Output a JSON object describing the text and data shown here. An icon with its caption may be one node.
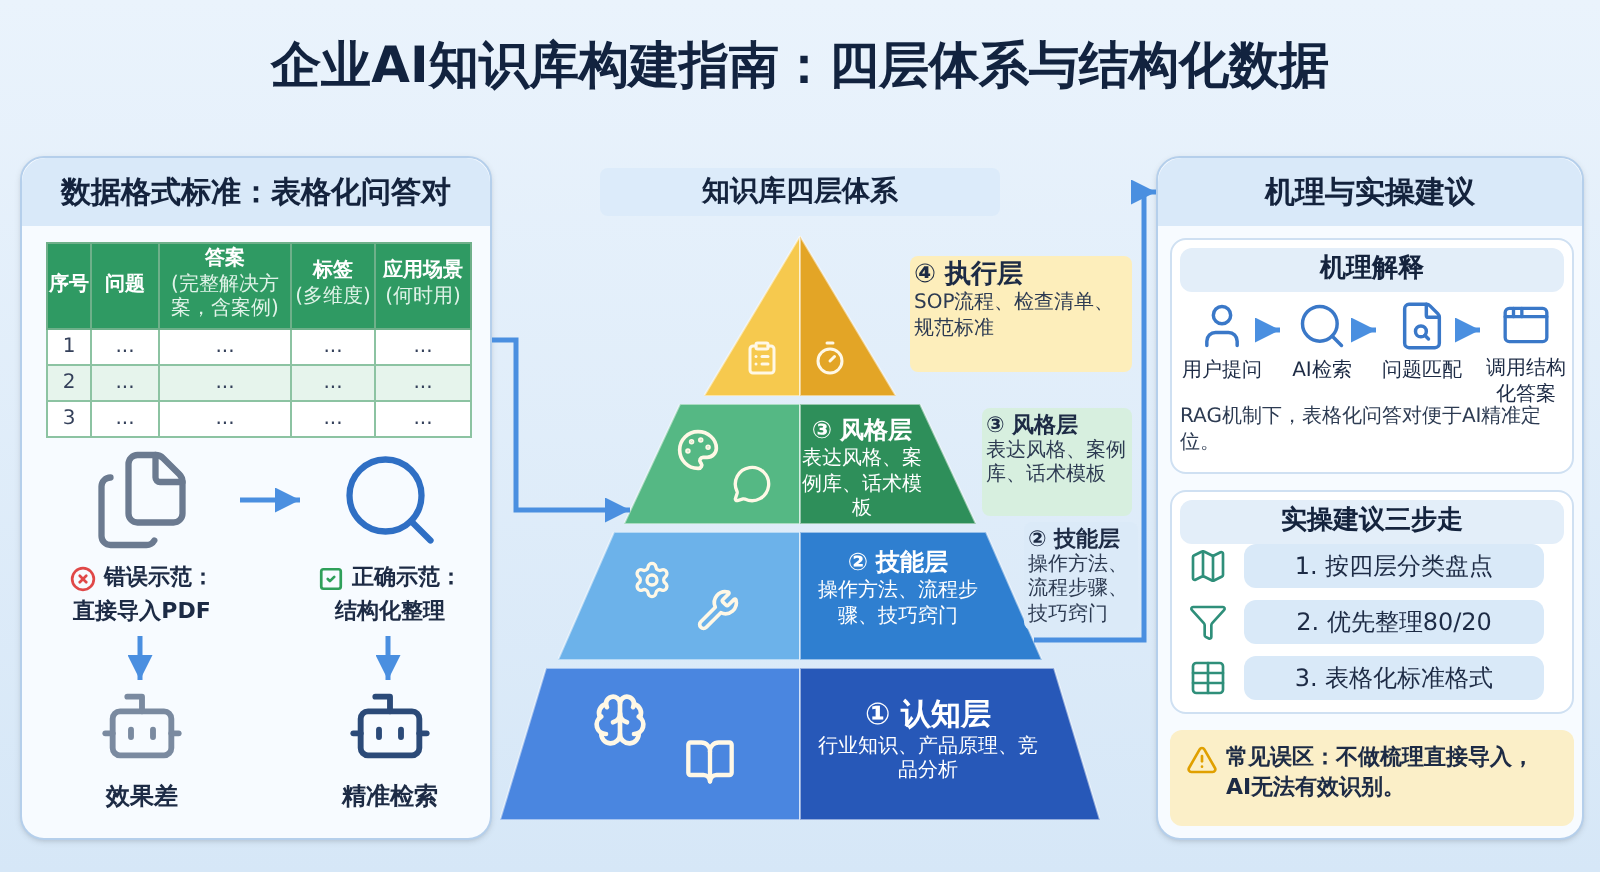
{
  "diagram": {
    "nodes": [
      {
        "text": [
          "数据格式标准：表格化问答对"
        ]
      },
      {
        "text": [
          "错误示范：",
          "直接导入PDF"
        ],
        "in": 0
      },
      {
        "text": [
          "正确示范：",
          "结构化整理"
        ],
        "in": 0
      },
      {
        "text": [
          "效果差"
        ],
        "in": 0
      },
      {
        "text": [
          "精准检索"
        ],
        "in": 0
      },
      {
        "text": [
          "④ 执行层",
          "SOP流程、检查清单、规范标准"
        ]
      },
      {
        "text": [
          "③ 风格层",
          "表达风格、案例库、话术模板"
        ],
        "beside": [
          "③ 风格层",
          "表达风格、案例库、话术模板"
        ]
      },
      {
        "text": [
          "② 技能层",
          "操作方法、流程步骤、技巧窍门"
        ],
        "beside": [
          "② 技能层",
          "操作方法、流程步骤、技巧窍门"
        ]
      },
      {
        "text": [
          "① 认知层",
          "行业知识、产品原理、竞品分析"
        ]
      },
      {
        "text": [
          "机理与实操建议"
        ]
      },
      {
        "text": [
          "机理解释",
          "RAG机制下，表格化问答对便于AI精准定位。"
        ],
        "in": 9
      },
      {
        "text": [
          "用户提问"
        ],
        "in": 10
      },
      {
        "text": [
          "AI检索"
        ],
        "in": 10
      },
      {
        "text": [
          "问题匹配"
        ],
        "in": 10
      },
      {
        "text": [
          "调用结构化答案"
        ],
        "in": 10
      },
      {
        "text": [
          "实操建议三步走"
        ],
        "in": 9
      },
      {
        "text": [
          "1. 按四层分类盘点"
        ],
        "in": 15
      },
      {
        "text": [
          "2. 优先整理80/20"
        ],
        "in": 15
      },
      {
        "text": [
          "3. 表格化标准格式"
        ],
        "in": 15
      },
      {
        "text": [
          "常见误区：不做梳理直接导入，AI无法有效识别。"
        ],
        "in": 9
      }
    ],
    "edges": [
      {
        "from": 1,
        "to": 2,
        "arrow": "to"
      },
      {
        "from": 1,
        "to": 3,
        "arrow": "to"
      },
      {
        "from": 2,
        "to": 4,
        "arrow": "to"
      },
      {
        "from": 0,
        "to": 6,
        "arrow": "to"
      },
      {
        "from": 7,
        "to": 9,
        "arrow": "to"
      },
      {
        "from": 11,
        "to": 12,
        "arrow": "to"
      },
      {
        "from": 12,
        "to": 13,
        "arrow": "to"
      },
      {
        "from": 13,
        "to": 14,
        "arrow": "to"
      }
    ],
    "labels": [
      "企业AI知识库构建指南：四层体系与结构化数据",
      "知识库四层体系",
      "序号",
      "问题",
      "答案",
      "(完整解决方案，含案例)",
      "标签",
      "(多维度)",
      "应用场景",
      "(何时用)",
      "1",
      "...",
      "...",
      "...",
      "...",
      "2",
      "...",
      "...",
      "...",
      "...",
      "3",
      "...",
      "...",
      "...",
      "..."
    ]
  }
}
